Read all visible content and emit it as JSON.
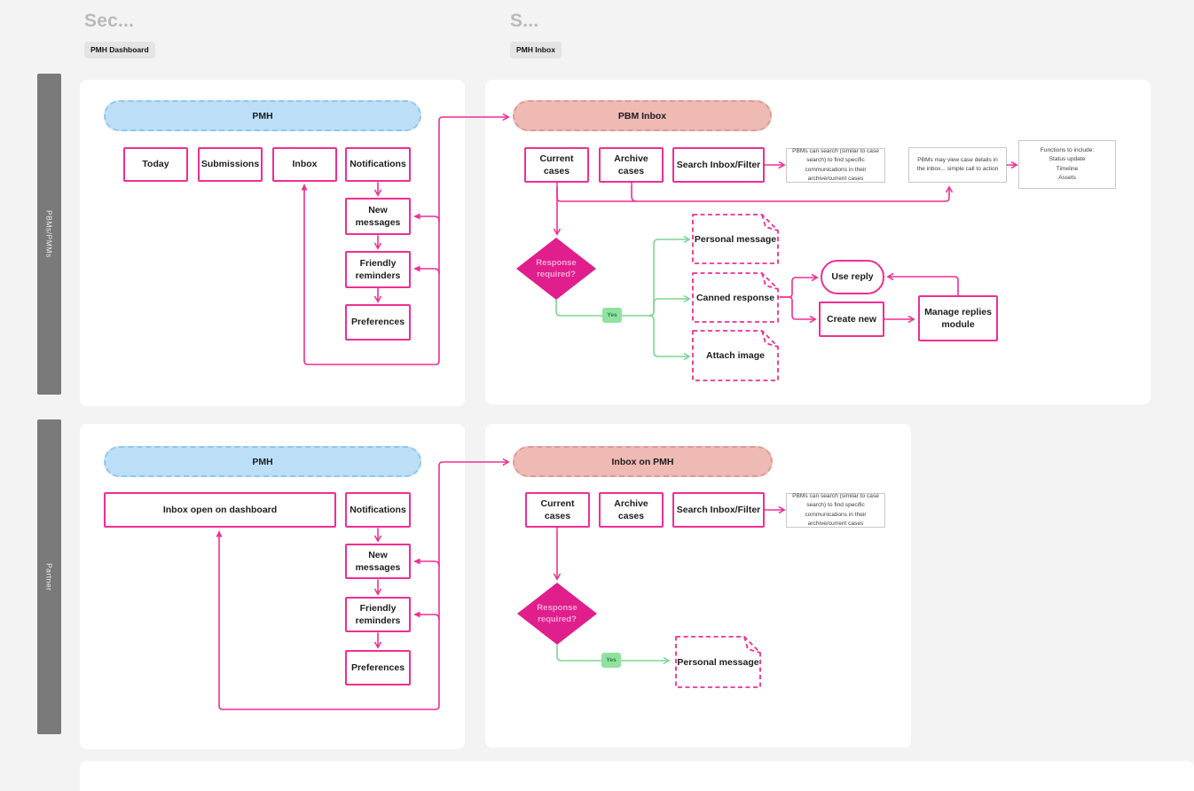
{
  "colors": {
    "canvas_bg": "#F3F3F4",
    "panel_bg": "#FFFFFF",
    "pink": "#F12E93",
    "diamond_fill": "#E01E8C",
    "diamond_text": "#F8A9D8",
    "green": "#7ED694",
    "yes_chip_bg": "#8FE2A0",
    "blue_pill_fill": "#BCDFF7",
    "blue_pill_border": "#8FC6EC",
    "salmon_pill_fill": "#EFB9B4",
    "salmon_pill_border": "#DB9B95",
    "lane_bg": "#7A7A7A",
    "note_border": "#C9C9C9"
  },
  "sections": [
    {
      "title": "Sec...",
      "tag": "PMH Dashboard"
    },
    {
      "title": "S...",
      "tag": "PMH Inbox"
    }
  ],
  "lanes": [
    {
      "label": "PBMs/PMMs"
    },
    {
      "label": "Partner"
    }
  ],
  "flow1": {
    "pill": "PMH",
    "today": "Today",
    "submissions": "Submissions",
    "inbox": "Inbox",
    "notifications": "Notifications",
    "new_messages": "New messages",
    "friendly": "Friendly reminders",
    "preferences": "Preferences"
  },
  "flow2": {
    "pill": "PBM Inbox",
    "current": "Current cases",
    "archive": "Archive cases",
    "search": "Search Inbox/Filter",
    "note_search": "PBMs can search (similar to case search) to find specific communications in their archive/current cases",
    "note_view": "PBMs may view case details in the inbox... simple call to action",
    "note_functions": "Functions to include:\nStatus update\nTimeline\nAssets",
    "diamond": "Response required?",
    "yes": "Yes",
    "personal": "Personal message",
    "canned": "Canned response",
    "attach": "Attach image",
    "use_reply": "Use reply",
    "create_new": "Create new",
    "manage": "Manage replies module"
  },
  "flow3": {
    "pill": "PMH",
    "inbox_open": "Inbox open on dashboard",
    "notifications": "Notifications",
    "new_messages": "New messages",
    "friendly": "Friendly reminders",
    "preferences": "Preferences"
  },
  "flow4": {
    "pill": "Inbox on PMH",
    "current": "Current cases",
    "archive": "Archive cases",
    "search": "Search Inbox/Filter",
    "note_search": "PBMs can search (similar to case search) to find specific communications in their archive/current cases",
    "diamond": "Response required?",
    "yes": "Yes",
    "personal": "Personal message"
  }
}
